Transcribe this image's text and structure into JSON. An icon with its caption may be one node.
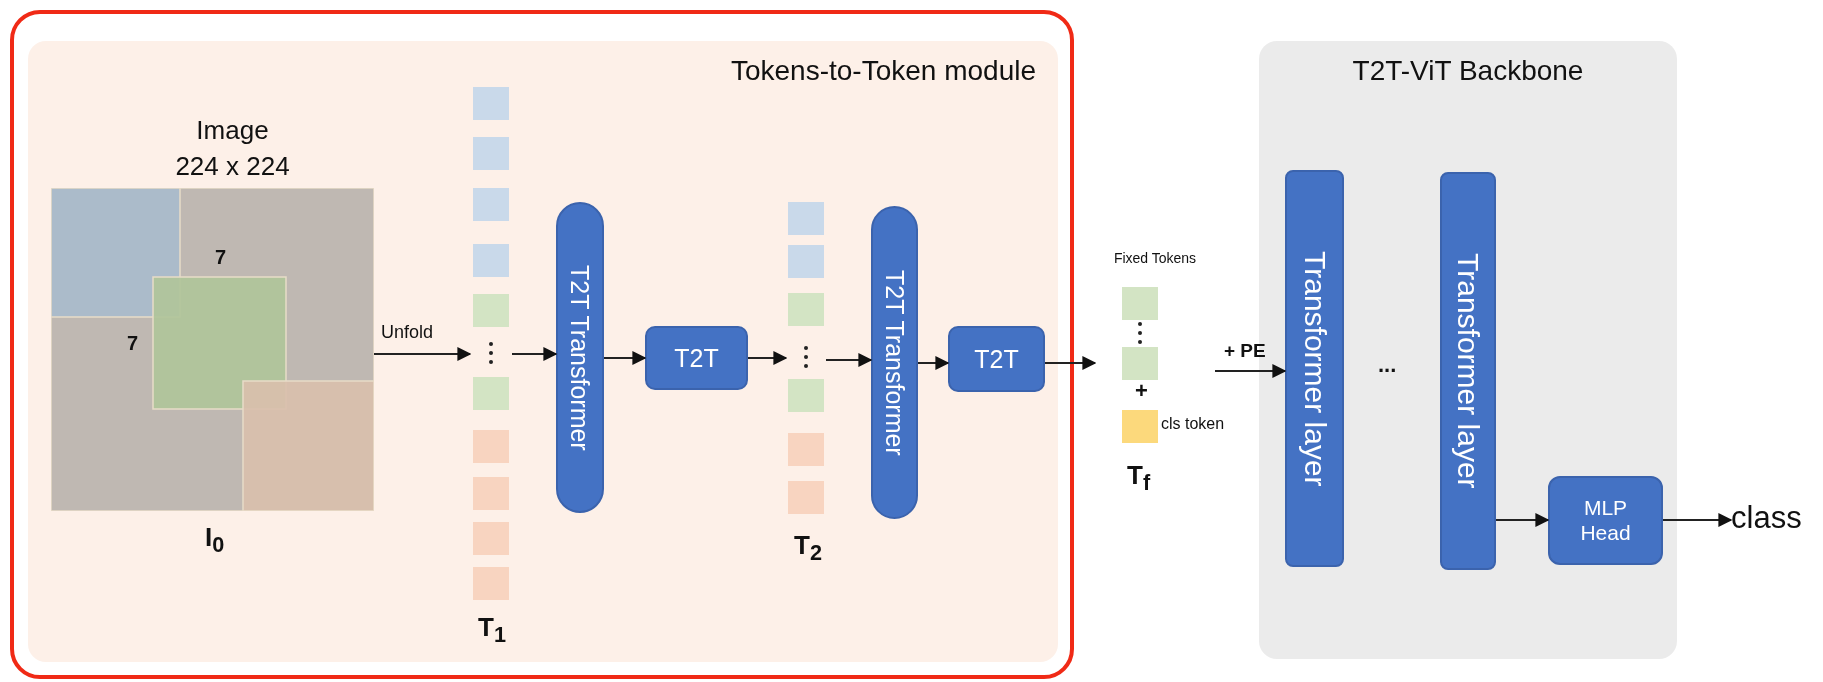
{
  "diagram": {
    "nodes": [
      {
        "text": [
          "Tokens-to-Token module"
        ]
      },
      {
        "text": [
          "Image 224 x 224"
        ],
        "beside": [
          "I$_{0}$"
        ],
        "in": 0
      },
      {
        "text": [],
        "shape": "box",
        "beside": [
          "T$_{1}$"
        ],
        "in": 0
      },
      {
        "text": [
          "T2T Transformer"
        ],
        "in": 0
      },
      {
        "text": [
          "T2T"
        ],
        "in": 0
      },
      {
        "text": [],
        "shape": "box",
        "beside": [
          "T$_{2}$"
        ],
        "in": 0
      },
      {
        "text": [
          "T2T Transformer"
        ],
        "in": 0
      },
      {
        "text": [
          "T2T"
        ],
        "in": 0
      },
      {
        "text": [
          "Fixed Tokens",
          "+",
          "cls token"
        ],
        "beside": [
          "T$_{f}$"
        ]
      },
      {
        "text": [
          "T2T-ViT Backbone"
        ]
      },
      {
        "text": [
          "Transformer layer"
        ],
        "in": 9
      },
      {
        "text": [
          "Transformer layer"
        ],
        "in": 9
      },
      {
        "text": [
          "MLP Head"
        ],
        "in": 9
      },
      {
        "text": [
          "class"
        ]
      }
    ],
    "edges": [
      {
        "from": 1,
        "to": 2,
        "arrow": "to",
        "label": "Unfold"
      },
      {
        "from": 2,
        "to": 3,
        "arrow": "to"
      },
      {
        "from": 3,
        "to": 4,
        "arrow": "to"
      },
      {
        "from": 4,
        "to": 5,
        "arrow": "to"
      },
      {
        "from": 5,
        "to": 6,
        "arrow": "to"
      },
      {
        "from": 6,
        "to": 7,
        "arrow": "to"
      },
      {
        "from": 7,
        "to": 8,
        "arrow": "to"
      },
      {
        "from": 8,
        "to": 10,
        "arrow": "to",
        "label": "+ PE"
      },
      {
        "from": 11,
        "to": 12,
        "arrow": "to"
      },
      {
        "from": 12,
        "to": 13,
        "arrow": "to"
      }
    ],
    "labels": [
      "7",
      "7",
      "..."
    ]
  }
}
